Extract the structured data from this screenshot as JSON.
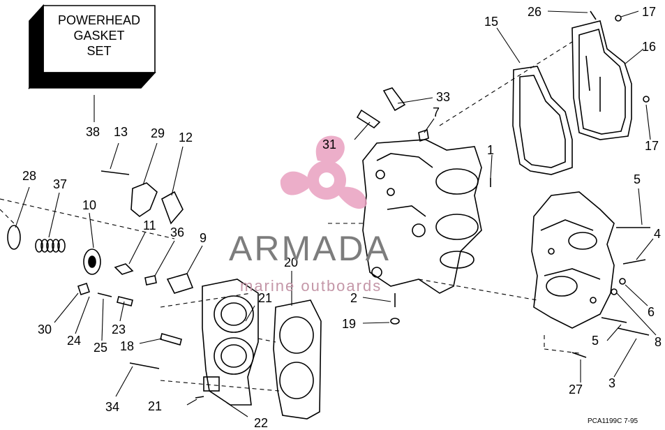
{
  "kit_label": {
    "line1": "POWERHEAD",
    "line2": "GASKET",
    "line3": "SET"
  },
  "callouts": {
    "n1": "1",
    "n2": "2",
    "n3": "3",
    "n4": "4",
    "n5a": "5",
    "n5b": "5",
    "n6": "6",
    "n7": "7",
    "n8": "8",
    "n9": "9",
    "n10": "10",
    "n11": "11",
    "n12": "12",
    "n13": "13",
    "n15": "15",
    "n16": "16",
    "n17a": "17",
    "n17b": "17",
    "n18": "18",
    "n19": "19",
    "n20": "20",
    "n21a": "21",
    "n21b": "21",
    "n22": "22",
    "n23": "23",
    "n24": "24",
    "n25": "25",
    "n26": "26",
    "n27": "27",
    "n28": "28",
    "n29": "29",
    "n30": "30",
    "n31": "31",
    "n33": "33",
    "n34": "34",
    "n36": "36",
    "n37": "37",
    "n38": "38"
  },
  "watermark": {
    "brand": "ARMADA",
    "tagline": "marine outboards"
  },
  "drawing_code": "PCA1199C   7-95",
  "colors": {
    "line": "#000000",
    "watermark_gray": "#7d7d7d",
    "logo_pink": "#e9a0c0"
  }
}
